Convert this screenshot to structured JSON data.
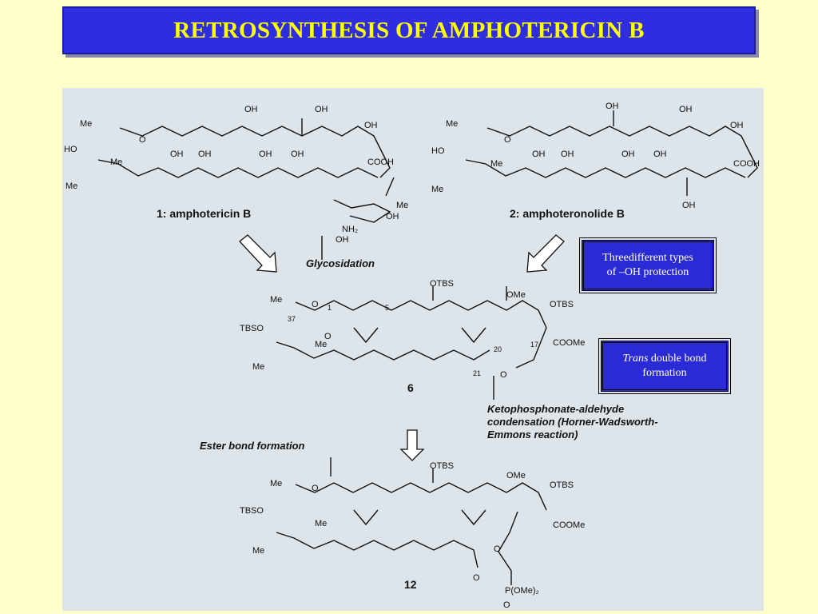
{
  "title": "RETROSYNTHESIS OF AMPHOTERICIN B",
  "compounds": {
    "c1": "1: amphotericin B",
    "c2": "2: amphoteronolide B",
    "c6": "6",
    "c12": "12"
  },
  "reactions": {
    "glycosidation": "Glycosidation",
    "hwe_line1": "Ketophosphonate-aldehyde",
    "hwe_line2": "condensation (Horner-Wadsworth-",
    "hwe_line3": "Emmons reaction)",
    "ester": "Ester bond formation"
  },
  "notes": {
    "protection_line1": "Threedifferent types",
    "protection_line2": "of –OH protection",
    "trans_italic": "Trans",
    "trans_rest": " double bond",
    "trans_line2": "formation"
  },
  "atoms": {
    "me": "Me",
    "ho": "HO",
    "oh": "OH",
    "o": "O",
    "cooh": "COOH",
    "coome": "COOMe",
    "otbs": "OTBS",
    "tbso": "TBSO",
    "ome": "OMe",
    "nh2": "NH₂",
    "pome": "P(OMe)₂"
  },
  "locants": [
    "1",
    "5",
    "17",
    "20",
    "21",
    "37"
  ],
  "colors": {
    "title_bg": "#2e2ee0",
    "title_text": "#ffff00",
    "page_bg": "#ffffcc",
    "panel_bg": "#dde4ea",
    "note_bg": "#2b2bd6"
  }
}
